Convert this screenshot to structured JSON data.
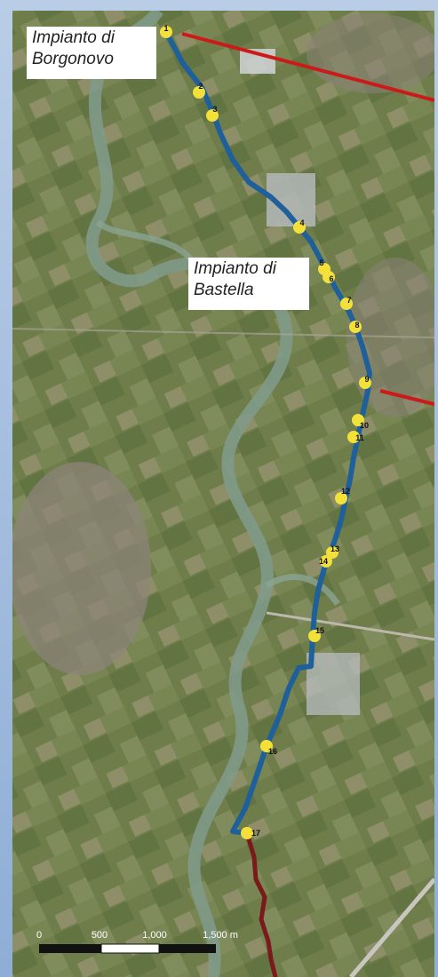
{
  "labels": {
    "borgonovo": "Impianto di\nBorgonovo",
    "bastella": "Impianto di\nBastella"
  },
  "scalebar": {
    "ticks": [
      "0",
      "500",
      "1,000",
      "1,500 m"
    ]
  },
  "points": [
    "1",
    "2",
    "3",
    "4",
    "5",
    "6",
    "7",
    "8",
    "9",
    "10",
    "11",
    "12",
    "13",
    "14",
    "15",
    "16",
    "17"
  ],
  "colors": {
    "pipeline": "#1f5f9a",
    "extension": "#7a1a1a",
    "boundary_line": "#cc1a1a",
    "marker": "#f3e13a",
    "river": "#7f9a88"
  }
}
